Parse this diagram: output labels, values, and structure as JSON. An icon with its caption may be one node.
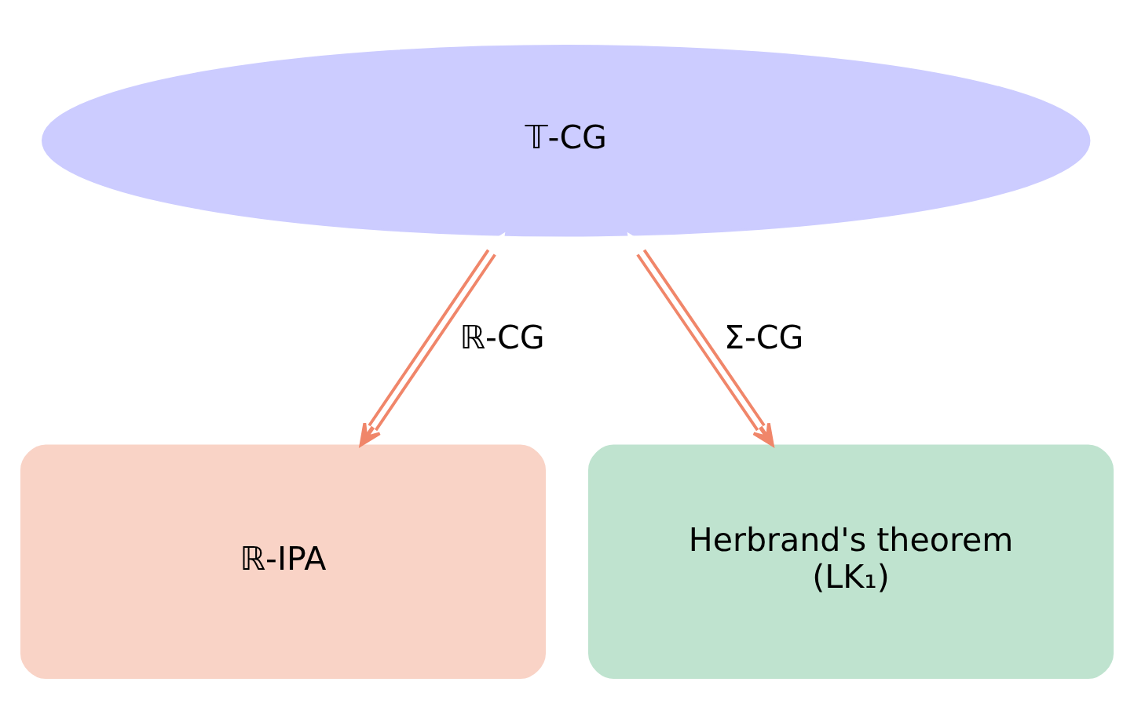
{
  "diagram": {
    "nodes": [
      {
        "text": [
          "𝕋-CG"
        ]
      },
      {
        "text": [
          "ℝ-IPA"
        ]
      },
      {
        "text": [
          "Herbrand's theorem",
          "(LK₁)"
        ]
      }
    ],
    "edges": [
      {
        "from": 0,
        "to": 1,
        "arrow": "both",
        "label": "ℝ-CG"
      },
      {
        "from": 0,
        "to": 2,
        "arrow": "both",
        "label": "Σ-CG"
      }
    ]
  }
}
